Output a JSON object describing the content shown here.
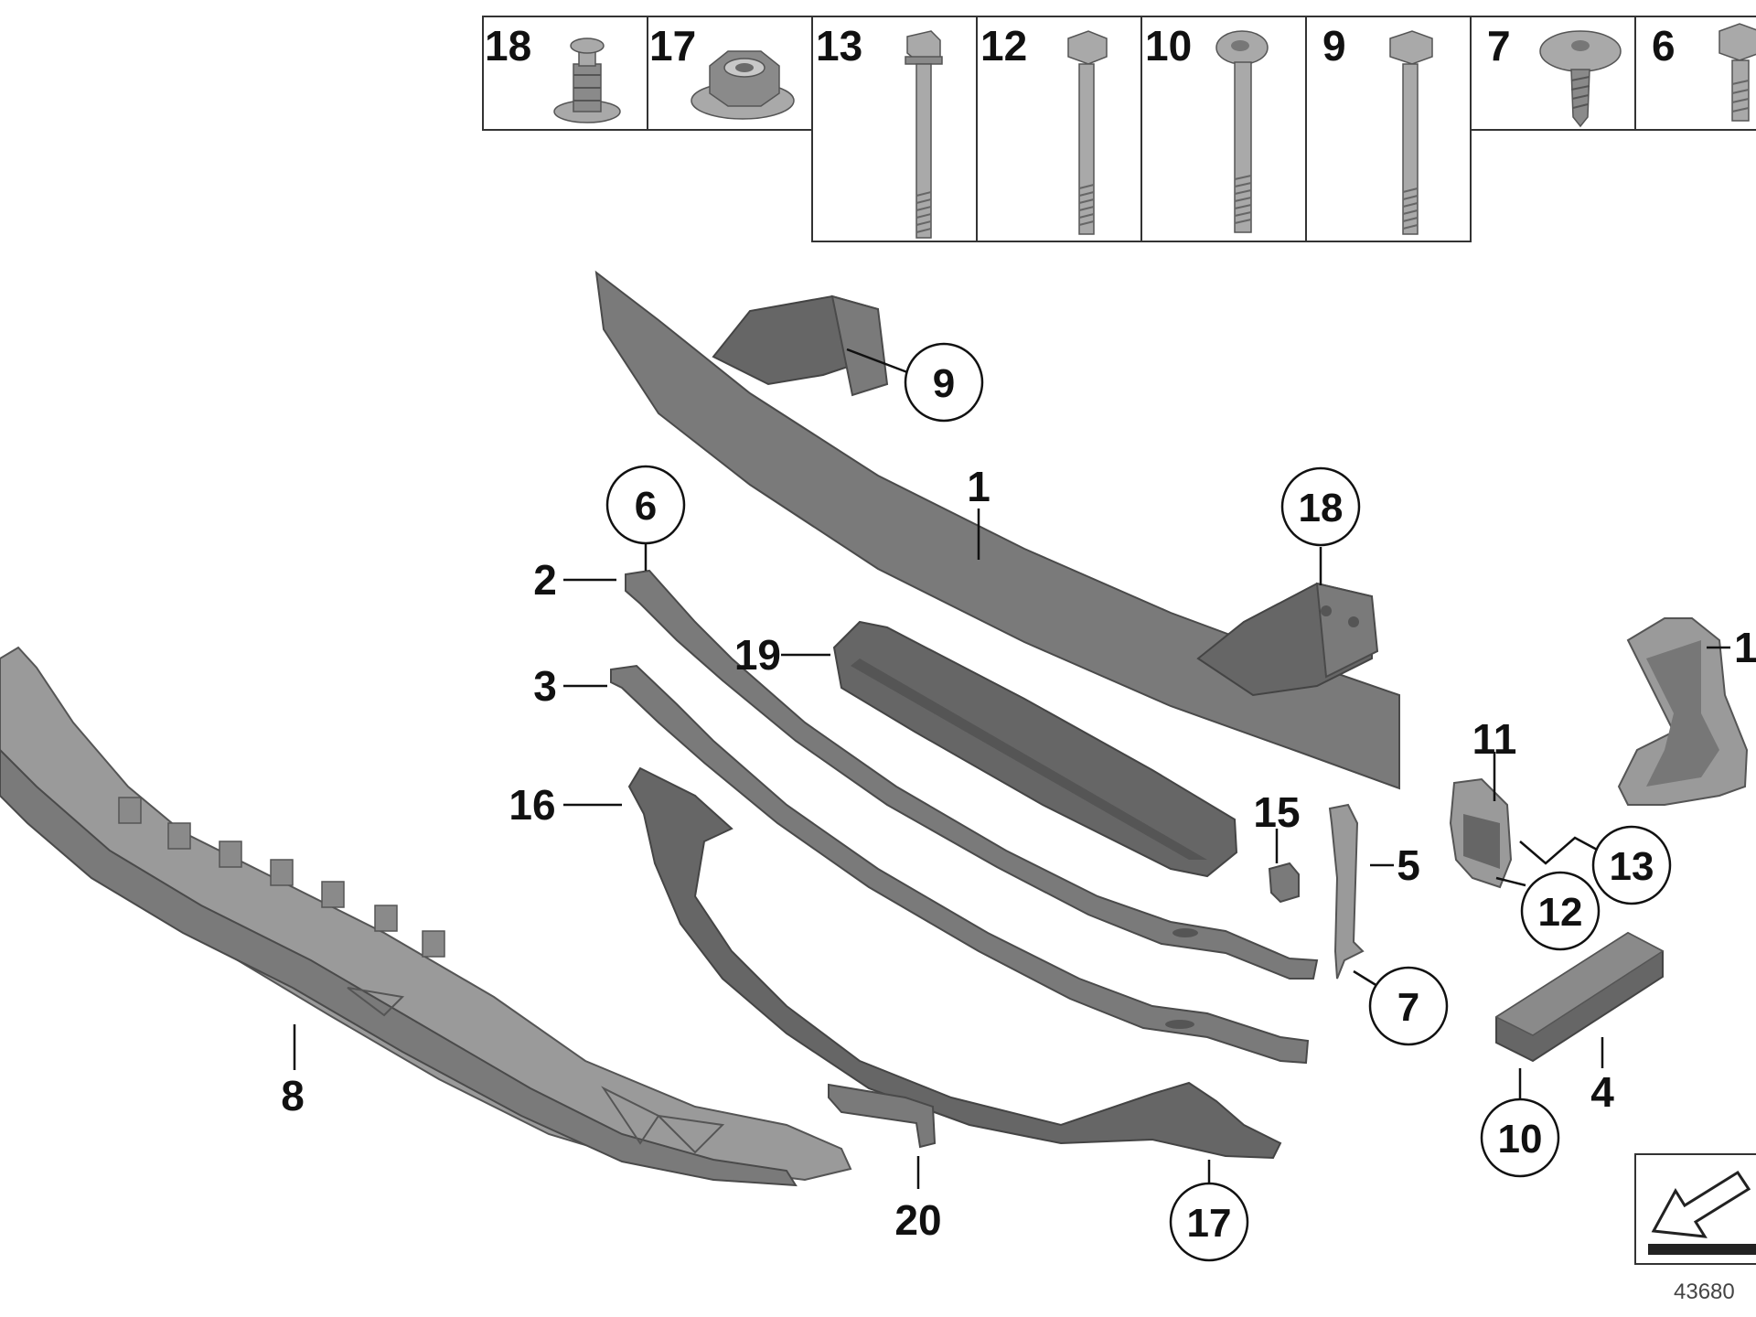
{
  "hardware_table": [
    {
      "number": "18",
      "icon": "push-rivet-icon"
    },
    {
      "number": "17",
      "icon": "hex-flange-nut-icon"
    },
    {
      "number": "13",
      "icon": "hex-bolt-long-icon"
    },
    {
      "number": "12",
      "icon": "hex-bolt-icon"
    },
    {
      "number": "10",
      "icon": "torx-bolt-icon"
    },
    {
      "number": "9",
      "icon": "hex-bolt-icon"
    },
    {
      "number": "7",
      "icon": "pan-head-screw-icon"
    },
    {
      "number": "6",
      "icon": "hex-bolt-short-icon"
    }
  ],
  "callouts": {
    "c1": "1",
    "c2": "2",
    "c3": "3",
    "c4": "4",
    "c5": "5",
    "c6": "6",
    "c7": "7",
    "c8": "8",
    "c9": "9",
    "c10": "10",
    "c11": "11",
    "c12": "12",
    "c13": "13",
    "c14": "1",
    "c15": "15",
    "c16": "16",
    "c17": "17",
    "c18": "18",
    "c19": "19",
    "c20": "20"
  },
  "reference_number": "43680"
}
